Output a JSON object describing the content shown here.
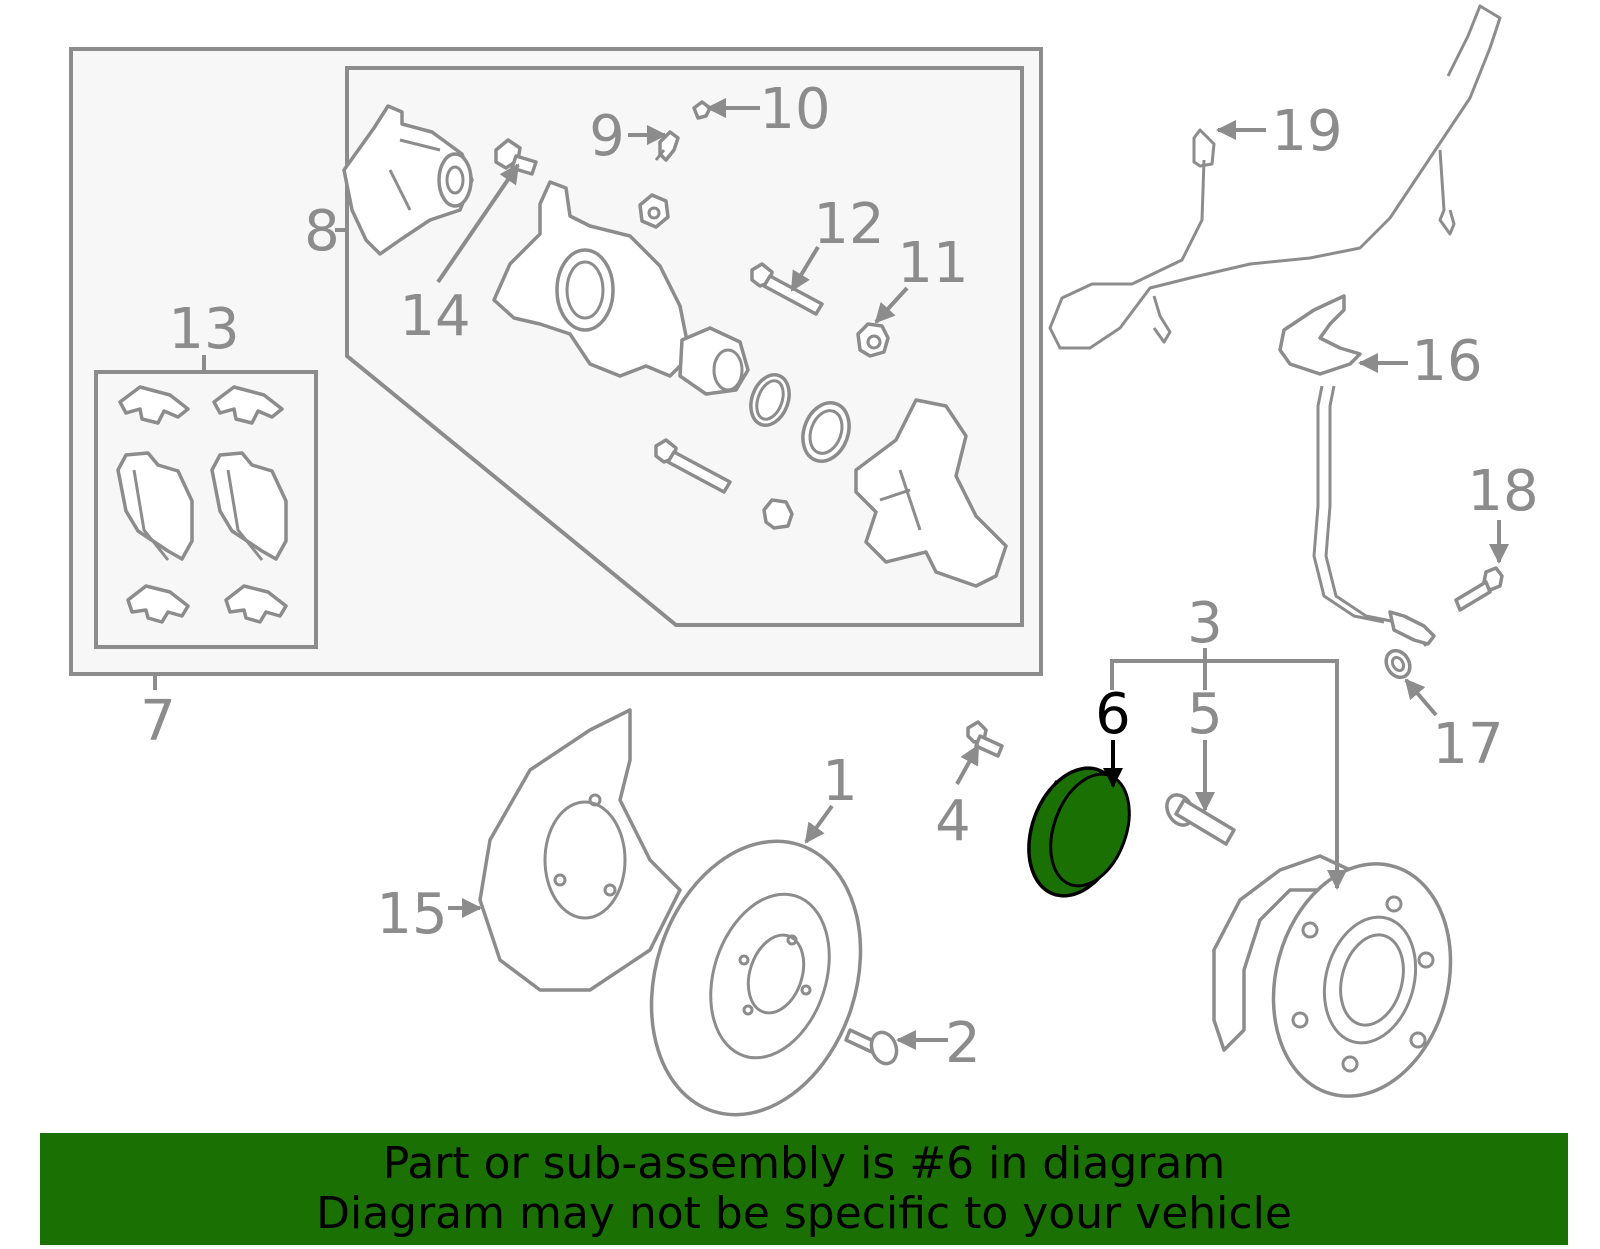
{
  "callouts": {
    "c1": "1",
    "c2": "2",
    "c3": "3",
    "c4": "4",
    "c5": "5",
    "c6": "6",
    "c7": "7",
    "c8": "8",
    "c9": "9",
    "c10": "10",
    "c11": "11",
    "c12": "12",
    "c13": "13",
    "c14": "14",
    "c15": "15",
    "c16": "16",
    "c17": "17",
    "c18": "18",
    "c19": "19"
  },
  "highlight_color": "#1b7004",
  "banner": {
    "line1": "Part or sub-assembly is #6 in diagram",
    "line2": "Diagram may not be specific to your vehicle"
  }
}
